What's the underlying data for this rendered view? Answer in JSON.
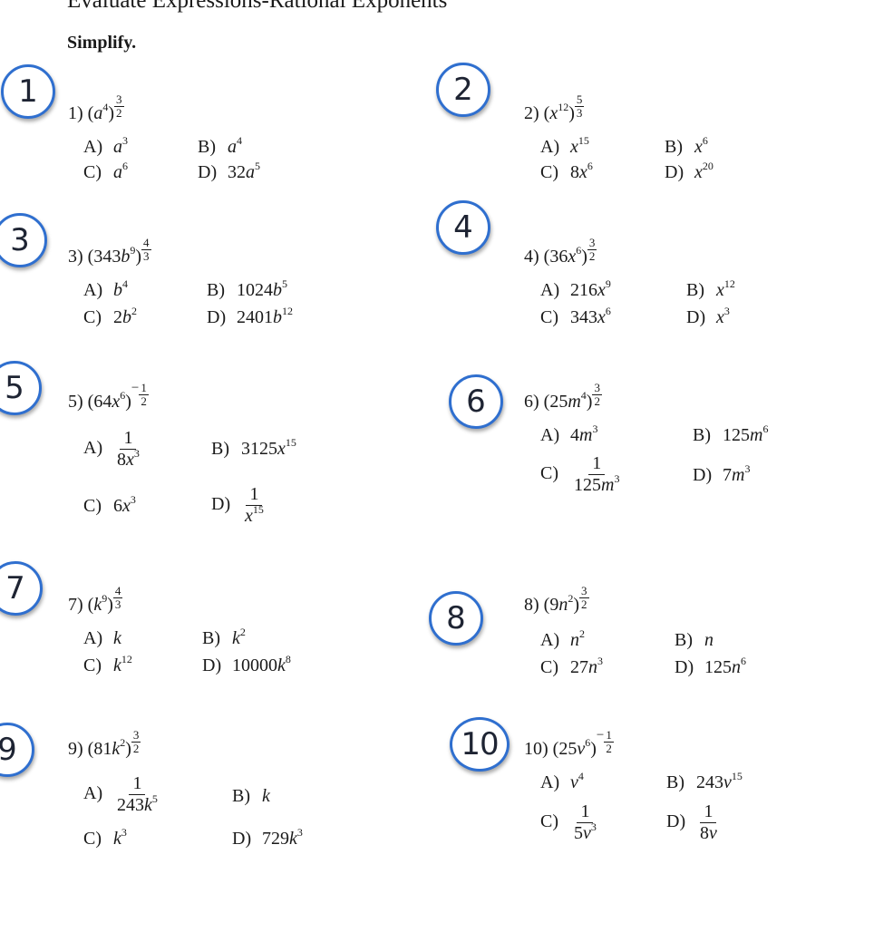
{
  "title": "Evaluate Expressions-Rational Exponents",
  "instruction": "Simplify.",
  "problems": [
    {
      "badge": "1",
      "label": "1)",
      "base": "a",
      "inner_exp": "4",
      "outer": {
        "sign": "",
        "num": "3",
        "den": "2"
      },
      "choices": {
        "A": "a³",
        "B": "a⁴",
        "C": "a⁶",
        "D": "32a⁵"
      }
    },
    {
      "badge": "2",
      "label": "2)",
      "base": "x",
      "inner_exp": "12",
      "outer": {
        "sign": "",
        "num": "5",
        "den": "3"
      },
      "choices": {
        "A": "x¹⁵",
        "B": "x⁶",
        "C": "8x⁶",
        "D": "x²⁰"
      }
    },
    {
      "badge": "3",
      "label": "3)",
      "coef": "343",
      "base": "b",
      "inner_exp": "9",
      "outer": {
        "sign": "",
        "num": "4",
        "den": "3"
      },
      "choices": {
        "A": "b⁴",
        "B": "1024b⁵",
        "C": "2b²",
        "D": "2401b¹²"
      }
    },
    {
      "badge": "4",
      "label": "4)",
      "coef": "36",
      "base": "x",
      "inner_exp": "6",
      "outer": {
        "sign": "",
        "num": "3",
        "den": "2"
      },
      "choices": {
        "A": "216x⁹",
        "B": "x¹²",
        "C": "343x⁶",
        "D": "x³"
      }
    },
    {
      "badge": "5",
      "label": "5)",
      "coef": "64",
      "base": "x",
      "inner_exp": "6",
      "outer": {
        "sign": "−",
        "num": "1",
        "den": "2"
      },
      "choices": {
        "A": "1/(8x³)",
        "B": "3125x¹⁵",
        "C": "6x³",
        "D": "1/x¹⁵"
      }
    },
    {
      "badge": "6",
      "label": "6)",
      "coef": "25",
      "base": "m",
      "inner_exp": "4",
      "outer": {
        "sign": "",
        "num": "3",
        "den": "2"
      },
      "choices": {
        "A": "4m³",
        "B": "125m⁶",
        "C": "1/(125m³)",
        "D": "7m³"
      }
    },
    {
      "badge": "7",
      "label": "7)",
      "base": "k",
      "inner_exp": "9",
      "outer": {
        "sign": "",
        "num": "4",
        "den": "3"
      },
      "choices": {
        "A": "k",
        "B": "k²",
        "C": "k¹²",
        "D": "10000k⁸"
      }
    },
    {
      "badge": "8",
      "label": "8)",
      "coef": "9",
      "base": "n",
      "inner_exp": "2",
      "outer": {
        "sign": "",
        "num": "3",
        "den": "2"
      },
      "choices": {
        "A": "n²",
        "B": "n",
        "C": "27n³",
        "D": "125n⁶"
      }
    },
    {
      "badge": "9",
      "label": "9)",
      "coef": "81",
      "base": "k",
      "inner_exp": "2",
      "outer": {
        "sign": "",
        "num": "3",
        "den": "2"
      },
      "choices": {
        "A": "1/(243k⁵)",
        "B": "k",
        "C": "k³",
        "D": "729k³"
      }
    },
    {
      "badge": "10",
      "label": "10)",
      "coef": "25",
      "base": "v",
      "inner_exp": "6",
      "outer": {
        "sign": "−",
        "num": "1",
        "den": "2"
      },
      "choices": {
        "A": "v⁴",
        "B": "243v¹⁵",
        "C": "1/(5v³)",
        "D": "1/(8v)"
      }
    }
  ],
  "styles": {
    "badge_border": "#2f6fcf",
    "badge_text": "#1e2433",
    "text": "#1a1a1a"
  }
}
